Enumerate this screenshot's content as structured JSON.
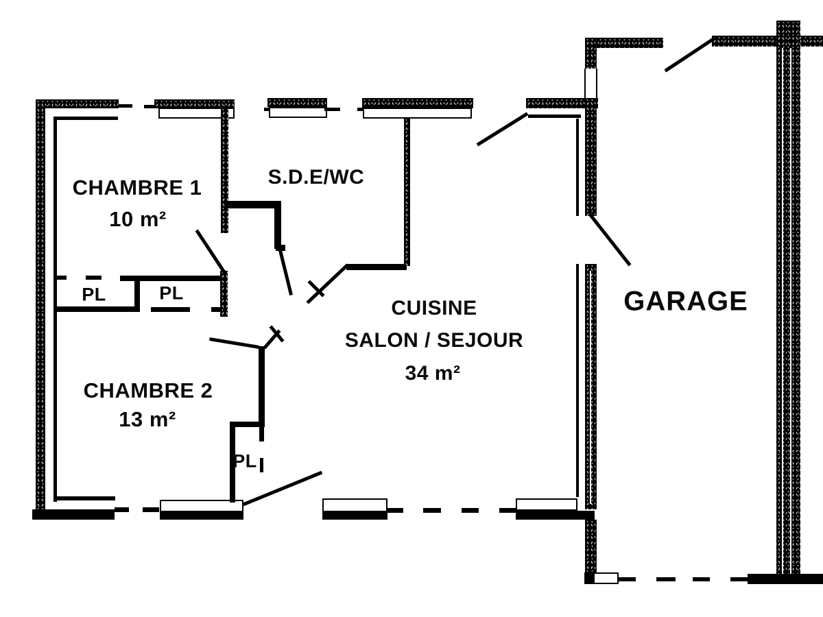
{
  "background": "#ffffff",
  "wall_color": "#000000",
  "rooms": {
    "chambre1": {
      "name": "CHAMBRE 1",
      "area": "10 m²"
    },
    "sde": {
      "name": "S.D.E/WC"
    },
    "chambre2": {
      "name": "CHAMBRE 2",
      "area": "13 m²"
    },
    "cuisine": {
      "line1": "CUISINE",
      "line2": "SALON / SEJOUR",
      "area": "34 m²"
    },
    "garage": {
      "name": "GARAGE"
    },
    "closet": {
      "label": "PL"
    }
  }
}
